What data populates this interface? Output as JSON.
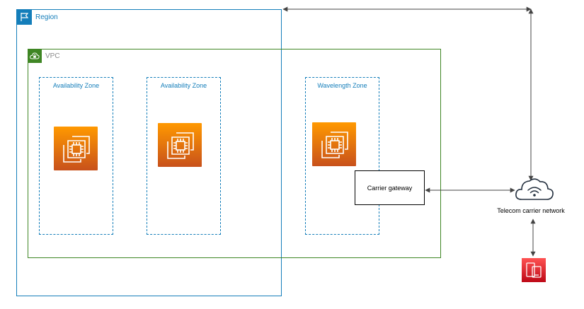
{
  "region": {
    "label": "Region",
    "icon": "flag-icon",
    "color": "#147eba"
  },
  "vpc": {
    "label": "VPC",
    "icon": "cloud-lock-icon",
    "color": "#3f8624"
  },
  "zones": [
    {
      "label": "Availability Zone",
      "icon": "ec2-instance-icon"
    },
    {
      "label": "Availability Zone",
      "icon": "ec2-instance-icon"
    },
    {
      "label": "Wavelength Zone",
      "icon": "ec2-instance-icon"
    }
  ],
  "carrier_gateway": {
    "label": "Carrier gateway"
  },
  "telecom": {
    "label": "Telecom carrier network",
    "icon": "wireless-cloud-icon"
  },
  "device": {
    "icon": "mobile-device-icon",
    "color": "#dd344c"
  },
  "colors": {
    "ec2_top": "#ff9900",
    "ec2_bottom": "#c8511b",
    "zone_border": "#147eba"
  }
}
